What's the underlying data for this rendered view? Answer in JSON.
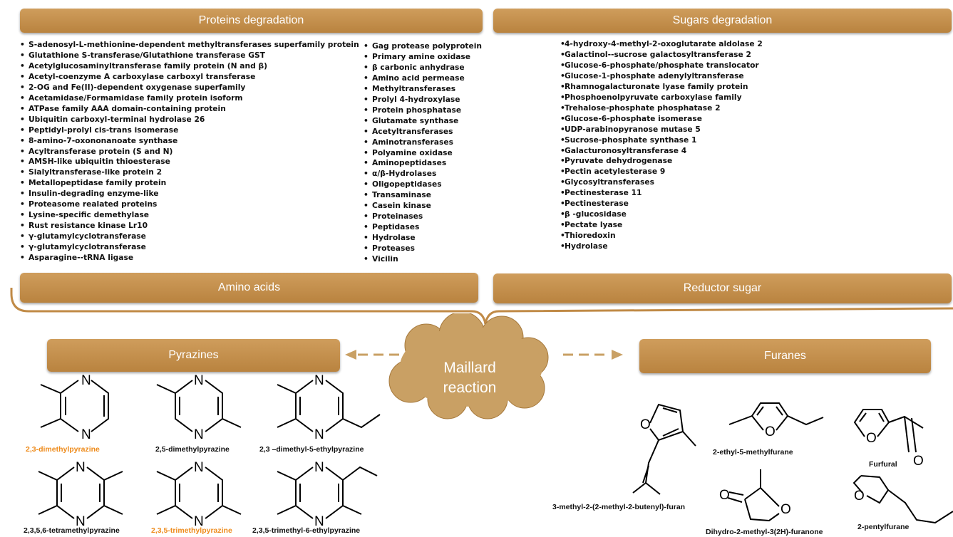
{
  "headers": {
    "proteins_degradation": "Proteins degradation",
    "sugars_degradation": "Sugars degradation",
    "amino_acids": "Amino acids",
    "reductor_sugar": "Reductor sugar",
    "pyrazines": "Pyrazines",
    "furanes": "Furanes",
    "maillard_reaction": "Maillard\nreaction"
  },
  "protein_list_1": [
    "S-adenosyl-L-methionine-dependent methyltransferases superfamily protein",
    "Glutathione S-transferase/Glutathione transferase GST",
    "Acetylglucosaminyltransferase family protein (N and β)",
    "Acetyl-coenzyme A carboxylase carboxyl transferase",
    "2-OG and Fe(II)-dependent oxygenase superfamily",
    "Acetamidase/Formamidase family protein isoform",
    "ATPase family AAA domain-containing protein",
    "Ubiquitin carboxyl-terminal hydrolase 26",
    "Peptidyl-prolyl cis-trans isomerase",
    "8-amino-7-oxononanoate synthase",
    "Acyltransferase protein (S and N)",
    "AMSH-like ubiquitin thioesterase",
    "Sialyltransferase-like protein 2",
    "Metallopeptidase family protein",
    "Insulin-degrading enzyme-like",
    "Proteasome realated proteins",
    "Lysine-specific demethylase",
    "Rust resistance kinase Lr10",
    "γ-glutamylcyclotransferase",
    "γ-glutamylcyclotransferase",
    "Asparagine--tRNA ligase"
  ],
  "protein_list_2": [
    "Gag protease polyprotein",
    "Primary amine oxidase",
    "β carbonic anhydrase",
    "Amino acid permease",
    "Methyltransferases",
    "Prolyl 4-hydroxylase",
    "Protein phosphatase",
    "Glutamate synthase",
    "Acetyltransferases",
    "Aminotransferases",
    "Polyamine oxidase",
    "Aminopeptidases",
    "α/β-Hydrolases",
    "Oligopeptidases",
    "Transaminase",
    "Casein kinase",
    "Proteinases",
    "Peptidases",
    "Hydrolase",
    "Proteases",
    "Vicilin"
  ],
  "sugar_list": [
    "4-hydroxy-4-methyl-2-oxoglutarate aldolase 2",
    "Galactinol--sucrose galactosyltransferase 2",
    "Glucose-6-phosphate/phosphate translocator",
    "Glucose-1-phosphate adenylyltransferase",
    "Rhamnogalacturonate lyase family protein",
    "Phosphoenolpyruvate carboxylase family",
    "Trehalose-phosphate phosphatase 2",
    "Glucose-6-phosphate isomerase",
    "UDP-arabinopyranose mutase 5",
    "Sucrose-phosphate synthase 1",
    "Galacturonosyltransferase 4",
    "Pyruvate dehydrogenase",
    "Pectin acetylesterase 9",
    "Glycosyltransferases",
    "Pectinesterase 11",
    "Pectinesterase",
    "β -glucosidase",
    "Pectate lyase",
    "Thioredoxin",
    "Hydrolase"
  ],
  "pyrazine_names": {
    "p1": "2,3-dimethylpyrazine",
    "p2": "2,5-dimethylpyrazine",
    "p3": "2,3 –dimethyl-5-ethylpyrazine",
    "p4": "2,3,5,6-tetramethylpyrazine",
    "p5": "2,3,5-trimethylpyrazine",
    "p6": "2,3,5-trimethyl-6-ethylpyrazine"
  },
  "furane_names": {
    "f1": "3-methyl-2-(2-methyl-2-butenyl)-furan",
    "f2": "2-ethyl-5-methylfurane",
    "f3": "Furfural",
    "f4": "Dihydro-2-methyl-3(2H)-furanone",
    "f5": "2-pentylfurane"
  },
  "atoms": {
    "nitrogen": "N",
    "oxygen": "O"
  },
  "colors": {
    "header": "#c08a46",
    "highlight": "#ee8b1b",
    "cloud": "#c9a064"
  }
}
